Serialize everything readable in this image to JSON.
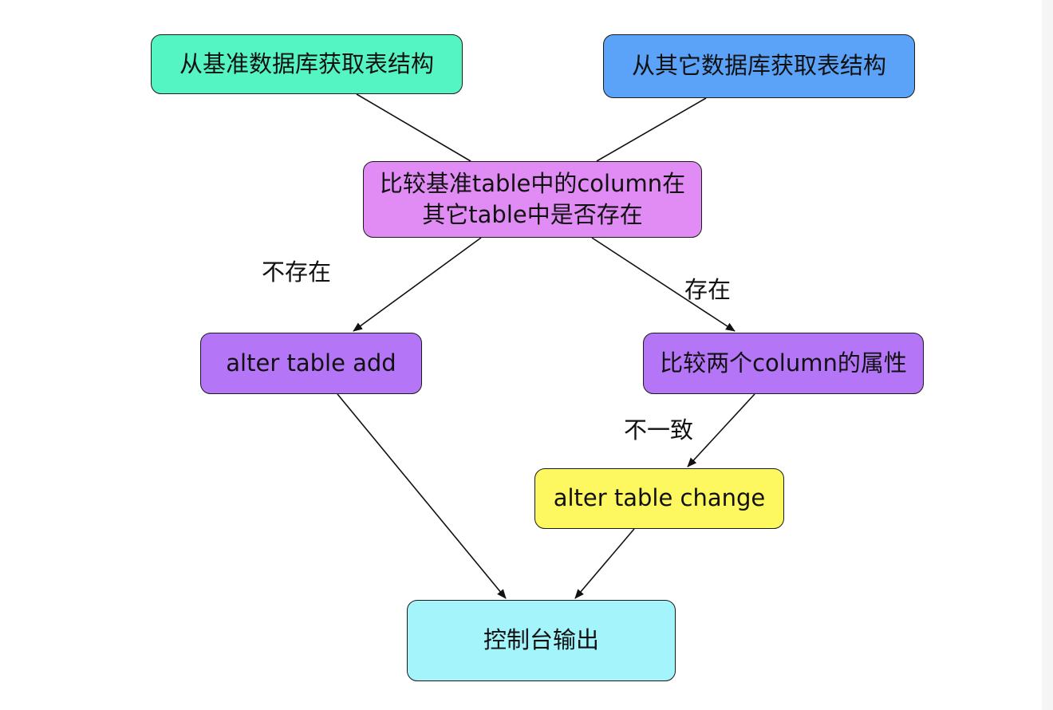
{
  "nodes": {
    "base_db": {
      "label": "从基准数据库获取表结构",
      "color": "#55f5c3"
    },
    "other_db": {
      "label": "从其它数据库获取表结构",
      "color": "#5aa3f9"
    },
    "compare": {
      "line1": "比较基准table中的column在",
      "line2": "其它table中是否存在",
      "color": "#e18cf5"
    },
    "alter_add": {
      "label": "alter table add",
      "color": "#b475f6"
    },
    "compare_attrs": {
      "label": "比较两个column的属性",
      "color": "#b475f6"
    },
    "alter_change": {
      "label": "alter table change",
      "color": "#fdf760"
    },
    "console_output": {
      "label": "控制台输出",
      "color": "#a4f4fb"
    }
  },
  "edge_labels": {
    "not_exists": "不存在",
    "exists": "存在",
    "inconsistent": "不一致"
  },
  "line_color": "#111111"
}
